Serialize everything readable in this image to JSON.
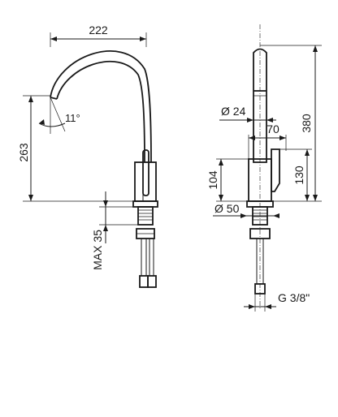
{
  "dims": {
    "width_222": "222",
    "angle": "11°",
    "height_263": "263",
    "max_35": "MAX 35",
    "dia_24": "Ø 24",
    "width_70": "70",
    "height_380": "380",
    "height_104": "104",
    "height_130": "130",
    "dia_50": "Ø 50",
    "thread": "G 3/8\""
  }
}
